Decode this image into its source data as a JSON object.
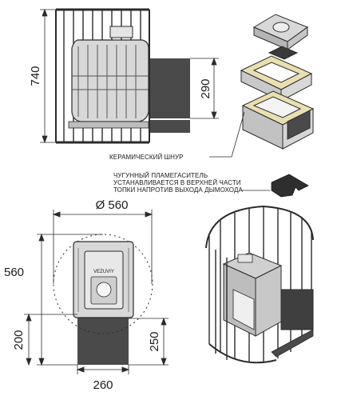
{
  "dimensions": {
    "total_height": "740",
    "flue_height": "290",
    "diameter": "Ø 560",
    "depth": "560",
    "base_height": "200",
    "outlet_height": "250",
    "outlet_width": "260"
  },
  "callouts": {
    "ceramic_cord": "КЕРАМИЧЕСКИЙ ШНУР",
    "flame_damper_lines": [
      "ЧУГУННЫЙ ПЛАМЕГАСИТЕЛЬ",
      "УСТАНАВЛИВАЕТСЯ В ВЕРХНЕЙ ЧАСТИ",
      "ТОПКИ НАПРОТИВ ВЫХОДА ДЫМОХОДА"
    ]
  },
  "door_label": "VEZUVIY",
  "colors": {
    "line": "#2b2b2b",
    "dark_fill": "#4a4a4a",
    "casting_fill": "#d8d8d8",
    "light_fill": "#eeeeee",
    "cord_fill": "#e9dfb0"
  }
}
